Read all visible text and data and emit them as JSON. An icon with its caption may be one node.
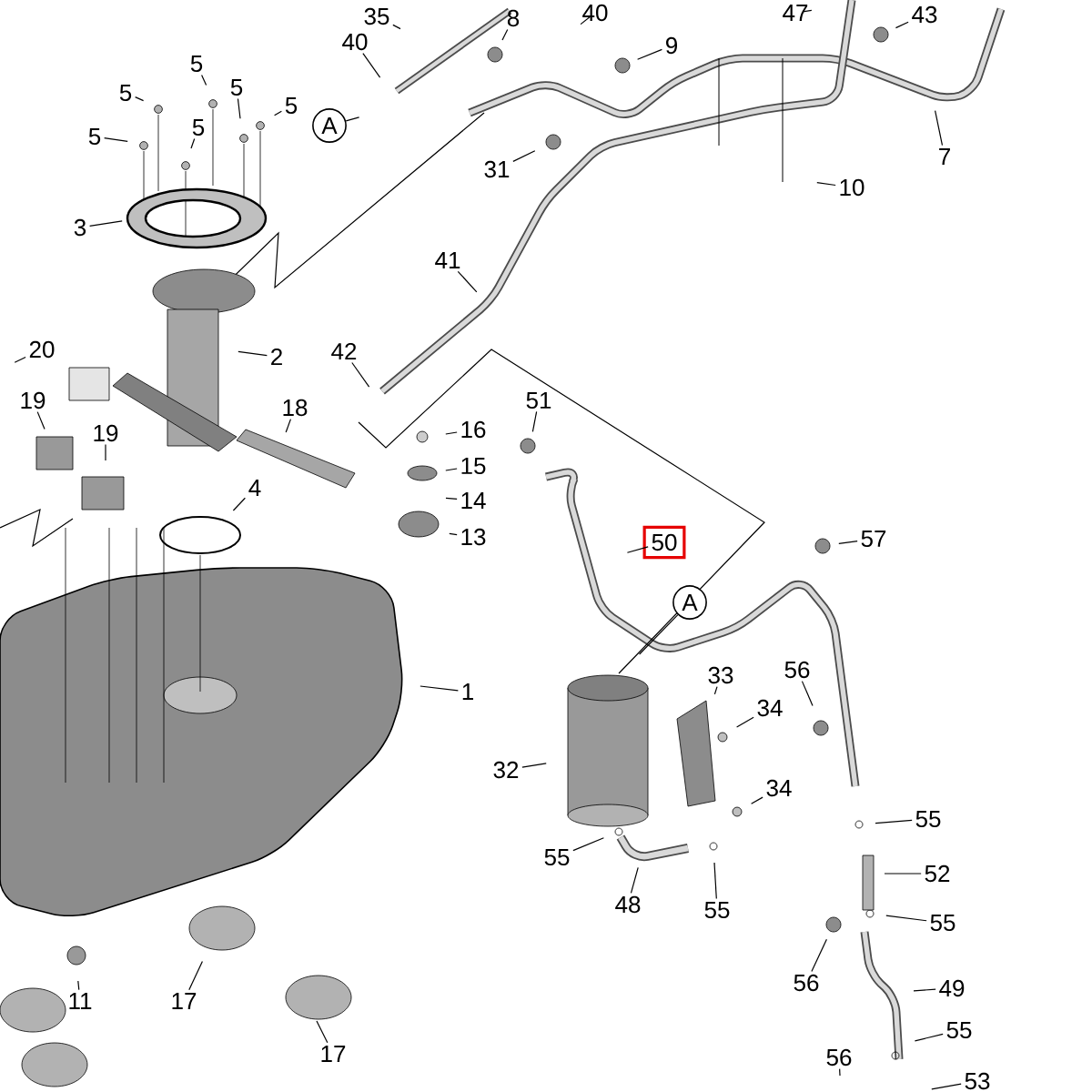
{
  "diagram": {
    "nodes": [
      {
        "text": [
          "35"
        ]
      },
      {
        "text": [
          "40"
        ]
      },
      {
        "text": [
          "8"
        ]
      },
      {
        "text": [
          "40"
        ]
      },
      {
        "text": [
          "9"
        ]
      },
      {
        "text": [
          "47"
        ]
      },
      {
        "text": [
          "43"
        ]
      },
      {
        "text": [
          "5"
        ]
      },
      {
        "text": [
          "5"
        ]
      },
      {
        "text": [
          "5"
        ]
      },
      {
        "text": [
          "5"
        ]
      },
      {
        "text": [
          "A"
        ]
      },
      {
        "text": [
          "5"
        ]
      },
      {
        "text": [
          "5"
        ]
      },
      {
        "text": [
          "7"
        ]
      },
      {
        "text": [
          "31"
        ]
      },
      {
        "text": [
          "10"
        ]
      },
      {
        "text": [
          "3"
        ]
      },
      {
        "text": [
          "41"
        ]
      },
      {
        "text": [
          "20"
        ]
      },
      {
        "text": [
          "42"
        ]
      },
      {
        "text": [
          "2"
        ]
      },
      {
        "text": [
          "19"
        ]
      },
      {
        "text": [
          "51"
        ]
      },
      {
        "text": [
          "18"
        ]
      },
      {
        "text": [
          "16"
        ]
      },
      {
        "text": [
          "19"
        ]
      },
      {
        "text": [
          "15"
        ]
      },
      {
        "text": [
          "4"
        ]
      },
      {
        "text": [
          "14"
        ]
      },
      {
        "text": [
          "13"
        ]
      },
      {
        "text": [
          "57"
        ]
      },
      {
        "text": [
          "50"
        ]
      },
      {
        "text": [
          "A"
        ]
      },
      {
        "text": [
          "56"
        ]
      },
      {
        "text": [
          "33"
        ]
      },
      {
        "text": [
          "1"
        ]
      },
      {
        "text": [
          "34"
        ]
      },
      {
        "text": [
          "32"
        ]
      },
      {
        "text": [
          "34"
        ]
      },
      {
        "text": [
          "55"
        ]
      },
      {
        "text": [
          "55"
        ]
      },
      {
        "text": [
          "52"
        ]
      },
      {
        "text": [
          "48"
        ]
      },
      {
        "text": [
          "55"
        ]
      },
      {
        "text": [
          "55"
        ]
      },
      {
        "text": [
          "56"
        ]
      },
      {
        "text": [
          "49"
        ]
      },
      {
        "text": [
          "11"
        ]
      },
      {
        "text": [
          "17"
        ]
      },
      {
        "text": [
          "55"
        ]
      },
      {
        "text": [
          "17"
        ]
      },
      {
        "text": [
          "56"
        ]
      },
      {
        "text": [
          "53"
        ]
      }
    ],
    "edges": [
      {
        "from": 0,
        "to": null,
        "arrow": "none"
      },
      {
        "from": 1,
        "to": null,
        "arrow": "none"
      },
      {
        "from": 2,
        "to": null,
        "arrow": "none"
      },
      {
        "from": 3,
        "to": null,
        "arrow": "none"
      },
      {
        "from": 4,
        "to": null,
        "arrow": "none"
      },
      {
        "from": 5,
        "to": null,
        "arrow": "none"
      },
      {
        "from": 6,
        "to": null,
        "arrow": "none"
      },
      {
        "from": 7,
        "to": null,
        "arrow": "none"
      },
      {
        "from": 8,
        "to": null,
        "arrow": "none"
      },
      {
        "from": 9,
        "to": null,
        "arrow": "none"
      },
      {
        "from": 10,
        "to": null,
        "arrow": "none"
      },
      {
        "from": 11,
        "to": null,
        "arrow": "none"
      },
      {
        "from": 12,
        "to": null,
        "arrow": "none"
      },
      {
        "from": 13,
        "to": null,
        "arrow": "none"
      },
      {
        "from": 14,
        "to": null,
        "arrow": "none"
      },
      {
        "from": 15,
        "to": null,
        "arrow": "none"
      },
      {
        "from": 16,
        "to": null,
        "arrow": "none"
      },
      {
        "from": 17,
        "to": null,
        "arrow": "none"
      },
      {
        "from": 18,
        "to": null,
        "arrow": "none"
      },
      {
        "from": 19,
        "to": null,
        "arrow": "none"
      },
      {
        "from": 20,
        "to": null,
        "arrow": "none"
      },
      {
        "from": 21,
        "to": null,
        "arrow": "none"
      },
      {
        "from": 22,
        "to": null,
        "arrow": "none"
      },
      {
        "from": 23,
        "to": null,
        "arrow": "none"
      },
      {
        "from": 24,
        "to": null,
        "arrow": "none"
      },
      {
        "from": 25,
        "to": null,
        "arrow": "none"
      },
      {
        "from": 26,
        "to": null,
        "arrow": "none"
      },
      {
        "from": 27,
        "to": null,
        "arrow": "none"
      },
      {
        "from": 28,
        "to": null,
        "arrow": "none"
      },
      {
        "from": 29,
        "to": null,
        "arrow": "none"
      },
      {
        "from": 30,
        "to": null,
        "arrow": "none"
      },
      {
        "from": 31,
        "to": null,
        "arrow": "none"
      },
      {
        "from": 32,
        "to": null,
        "arrow": "none"
      },
      {
        "from": 33,
        "to": null,
        "arrow": "none"
      },
      {
        "from": 34,
        "to": null,
        "arrow": "none"
      },
      {
        "from": 35,
        "to": null,
        "arrow": "none"
      },
      {
        "from": 36,
        "to": null,
        "arrow": "none"
      },
      {
        "from": 37,
        "to": null,
        "arrow": "none"
      },
      {
        "from": 38,
        "to": null,
        "arrow": "none"
      },
      {
        "from": 39,
        "to": null,
        "arrow": "none"
      },
      {
        "from": 40,
        "to": null,
        "arrow": "none"
      },
      {
        "from": 41,
        "to": null,
        "arrow": "none"
      },
      {
        "from": 42,
        "to": null,
        "arrow": "none"
      },
      {
        "from": 43,
        "to": null,
        "arrow": "none"
      },
      {
        "from": 44,
        "to": null,
        "arrow": "none"
      },
      {
        "from": 45,
        "to": null,
        "arrow": "none"
      },
      {
        "from": 46,
        "to": null,
        "arrow": "none"
      },
      {
        "from": 47,
        "to": null,
        "arrow": "none"
      },
      {
        "from": 48,
        "to": null,
        "arrow": "none"
      },
      {
        "from": 49,
        "to": null,
        "arrow": "none"
      },
      {
        "from": 50,
        "to": null,
        "arrow": "none"
      },
      {
        "from": 51,
        "to": null,
        "arrow": "none"
      },
      {
        "from": 52,
        "to": null,
        "arrow": "none"
      },
      {
        "from": 53,
        "to": null,
        "arrow": "none"
      }
    ]
  }
}
